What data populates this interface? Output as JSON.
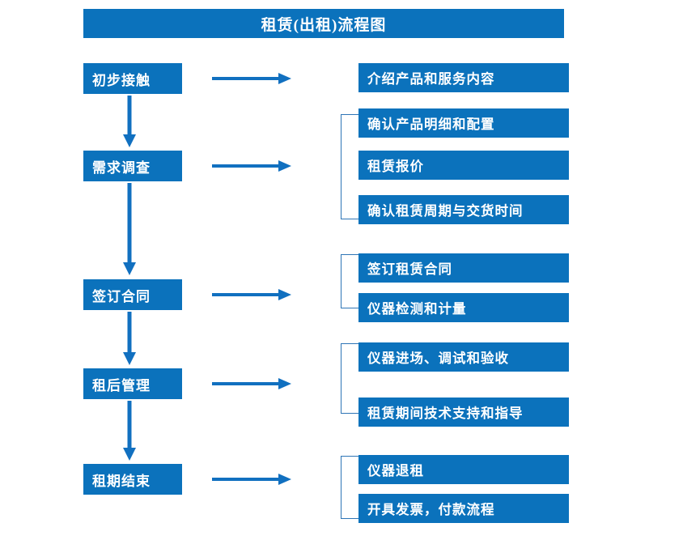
{
  "diagram": {
    "title": "租赁(出租)流程图",
    "colors": {
      "box_fill": "#0B72BC",
      "box_text": "#FFFFFF",
      "arrow": "#1170C0",
      "bracket": "#2E75B6",
      "background": "#FFFFFF"
    },
    "stages": [
      {
        "id": "stage-1",
        "label": "初步接触",
        "arrow_label": "arrow-right-icon",
        "details": [
          {
            "label": "介绍产品和服务内容"
          }
        ],
        "has_bracket": false
      },
      {
        "id": "stage-2",
        "label": "需求调查",
        "arrow_label": "arrow-right-icon",
        "details": [
          {
            "label": "确认产品明细和配置"
          },
          {
            "label": "租赁报价"
          },
          {
            "label": "确认租赁周期与交货时间"
          }
        ],
        "has_bracket": true
      },
      {
        "id": "stage-3",
        "label": "签订合同",
        "arrow_label": "arrow-right-icon",
        "details": [
          {
            "label": "签订租赁合同"
          },
          {
            "label": "仪器检测和计量"
          }
        ],
        "has_bracket": true
      },
      {
        "id": "stage-4",
        "label": "租后管理",
        "arrow_label": "arrow-right-icon",
        "details": [
          {
            "label": "仪器进场、调试和验收"
          },
          {
            "label": "租赁期间技术支持和指导"
          }
        ],
        "has_bracket": true
      },
      {
        "id": "stage-5",
        "label": "租期结束",
        "arrow_label": "arrow-right-icon",
        "details": [
          {
            "label": "仪器退租"
          },
          {
            "label": "开具发票，付款流程"
          }
        ],
        "has_bracket": true
      }
    ]
  }
}
